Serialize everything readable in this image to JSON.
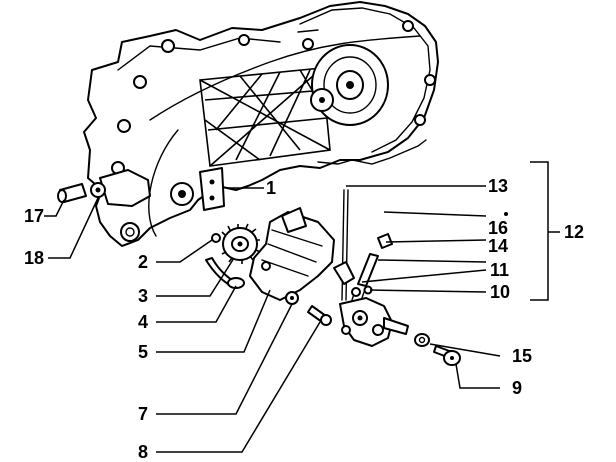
{
  "callouts": [
    {
      "id": "c1",
      "text": "1"
    },
    {
      "id": "c2",
      "text": "2"
    },
    {
      "id": "c3",
      "text": "3"
    },
    {
      "id": "c4",
      "text": "4"
    },
    {
      "id": "c5",
      "text": "5"
    },
    {
      "id": "c7",
      "text": "7"
    },
    {
      "id": "c8",
      "text": "8"
    },
    {
      "id": "c9",
      "text": "9"
    },
    {
      "id": "c10",
      "text": "10"
    },
    {
      "id": "c11",
      "text": "11"
    },
    {
      "id": "c12",
      "text": "12"
    },
    {
      "id": "c13",
      "text": "13"
    },
    {
      "id": "c14",
      "text": "14"
    },
    {
      "id": "c15",
      "text": "15"
    },
    {
      "id": "c16",
      "text": "16"
    },
    {
      "id": "c17",
      "text": "17"
    },
    {
      "id": "c18",
      "text": "18"
    }
  ]
}
